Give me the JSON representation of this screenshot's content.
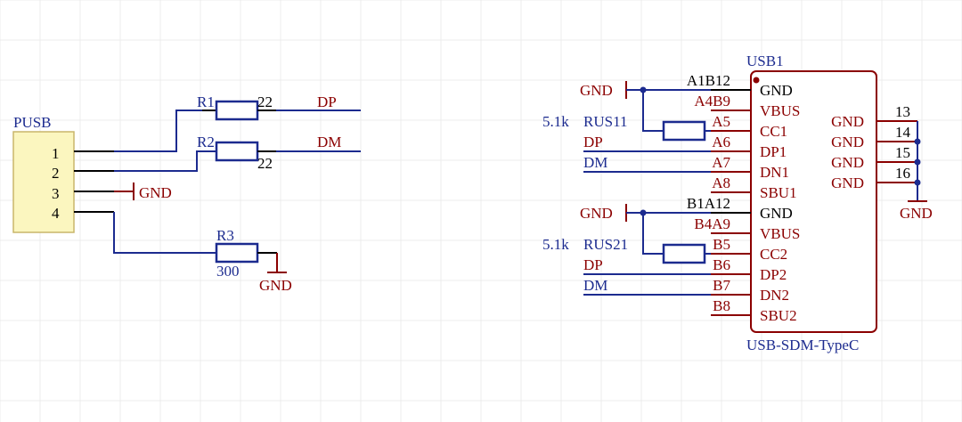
{
  "colors": {
    "wire": "#1c2b8f",
    "power": "#8b0000",
    "pin": "#000000",
    "connector_fill": "#fbf6bf"
  },
  "pusb": {
    "ref": "PUSB",
    "pins": [
      "1",
      "2",
      "3",
      "4"
    ]
  },
  "r1": {
    "ref": "R1",
    "value": "22"
  },
  "r2": {
    "ref": "R2",
    "value": "22"
  },
  "r3": {
    "ref": "R3",
    "value": "300"
  },
  "nets": {
    "dp": "DP",
    "dm": "DM",
    "gnd": "GND"
  },
  "usb1": {
    "ref": "USB1",
    "part": "USB-SDM-TypeC",
    "left_pins": [
      {
        "num": "A1B12",
        "name": "GND"
      },
      {
        "num": "A4B9",
        "name": "VBUS"
      },
      {
        "num": "A5",
        "name": "CC1"
      },
      {
        "num": "A6",
        "name": "DP1"
      },
      {
        "num": "A7",
        "name": "DN1"
      },
      {
        "num": "A8",
        "name": "SBU1"
      },
      {
        "num": "B1A12",
        "name": "GND"
      },
      {
        "num": "B4A9",
        "name": "VBUS"
      },
      {
        "num": "B5",
        "name": "CC2"
      },
      {
        "num": "B6",
        "name": "DP2"
      },
      {
        "num": "B7",
        "name": "DN2"
      },
      {
        "num": "B8",
        "name": "SBU2"
      }
    ],
    "right_pins": [
      {
        "num": "13",
        "name": "GND"
      },
      {
        "num": "14",
        "name": "GND"
      },
      {
        "num": "15",
        "name": "GND"
      },
      {
        "num": "16",
        "name": "GND"
      }
    ]
  },
  "rus11": {
    "ref": "RUS11",
    "value": "5.1k"
  },
  "rus21": {
    "ref": "RUS21",
    "value": "5.1k"
  }
}
